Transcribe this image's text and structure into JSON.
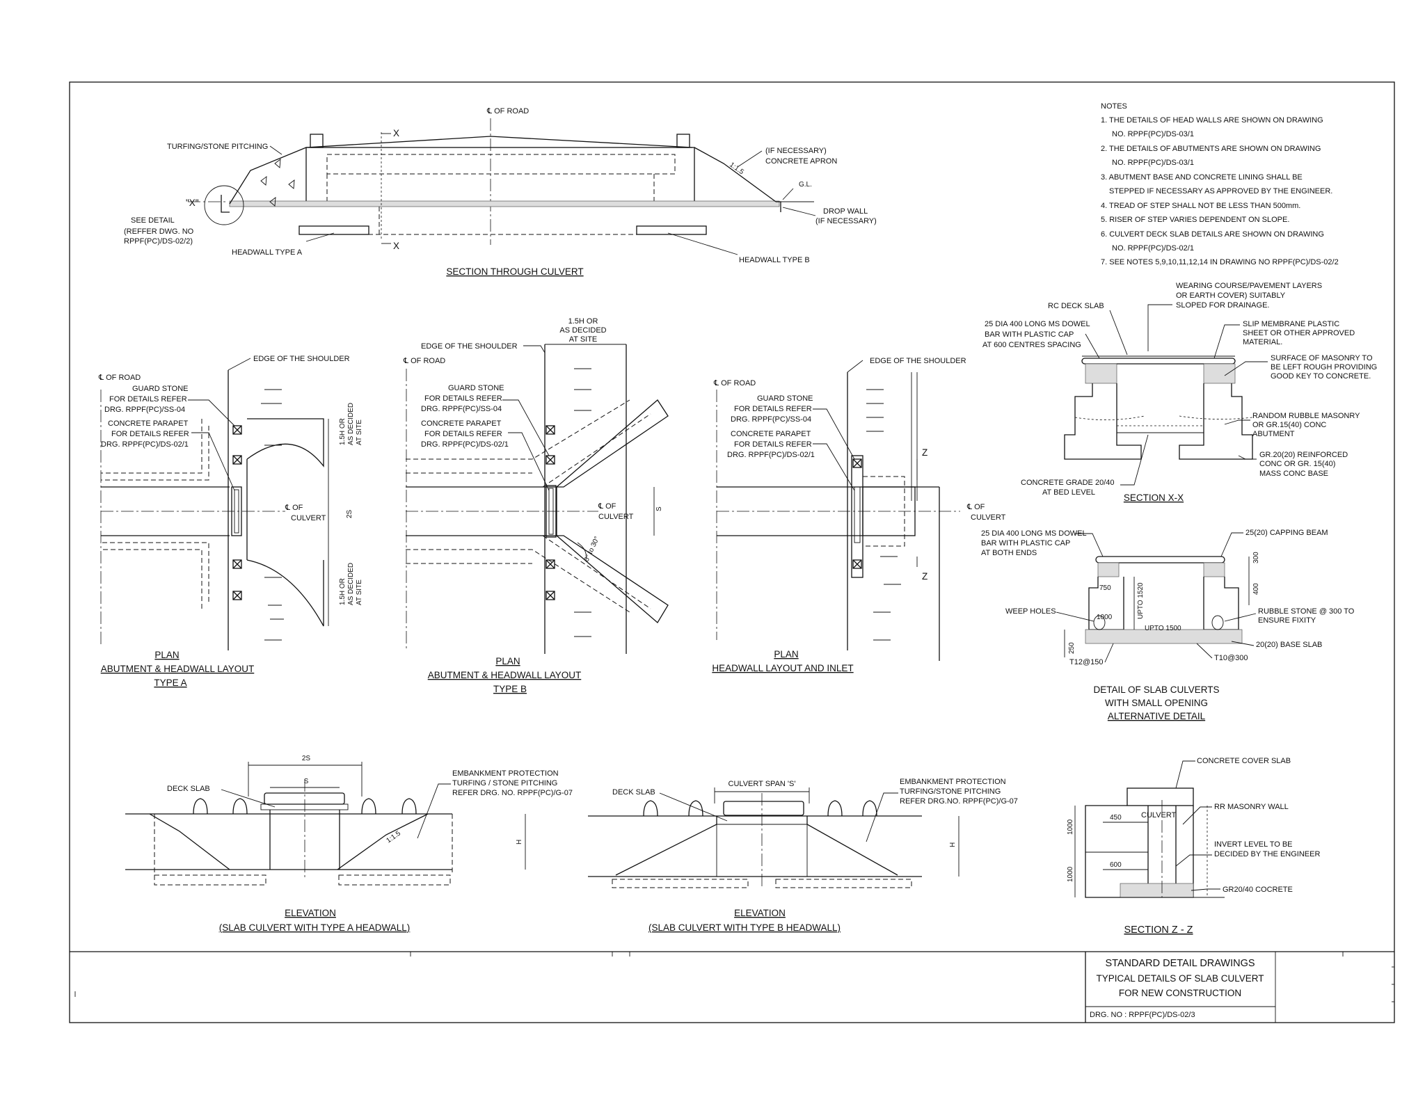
{
  "notes": {
    "heading": "NOTES",
    "lines": [
      "1. THE DETAILS OF  HEAD WALLS  ARE SHOWN ON DRAWING",
      "NO. RPPF(PC)/DS-03/1",
      "2. THE DETAILS OF  ABUTMENTS  ARE SHOWN ON DRAWING",
      "NO. RPPF(PC)/DS-03/1",
      "3. ABUTMENT BASE AND  CONCRETE LINING SHALL BE",
      "STEPPED IF NECESSARY   AS  APPROVED BY THE ENGINEER.",
      "4. TREAD OF STEP SHALL NOT BE LESS THAN 500mm.",
      "5. RISER OF STEP VARIES DEPENDENT ON SLOPE.",
      "6. CULVERT  DECK SLAB  DETAILS  ARE  SHOWN ON DRAWING",
      "NO. RPPF(PC)/DS-02/1",
      "7. SEE NOTES 5,9,10,11,12,14 IN DRAWING NO  RPPF(PC)/DS-02/2"
    ]
  },
  "section_culvert": {
    "title": "SECTION THROUGH CULVERT",
    "cl_road": "℄ OF ROAD",
    "turfing": "TURFING/STONE PITCHING",
    "see_detail": "SEE DETAIL",
    "detail_x": "\"X\"",
    "refer1": "(REFFER DWG. NO",
    "refer2": "RPPF(PC)/DS-02/2)",
    "headwall_a": "HEADWALL TYPE A",
    "headwall_b": "HEADWALL TYPE B",
    "if_necessary": "(IF NECESSARY)",
    "apron": "CONCRETE APRON",
    "gl": "G.L.",
    "drop_wall": "DROP WALL",
    "drop_if": "(IF NECESSARY)",
    "slope": "1:1.5",
    "x_mark": "X"
  },
  "plan_a": {
    "cl_road": "℄ OF ROAD",
    "edge": "EDGE OF THE SHOULDER",
    "guard1": "GUARD STONE",
    "guard2": "FOR DETAILS REFER",
    "guard3": "DRG. RPPF(PC)/SS-04",
    "par1": "CONCRETE PARAPET",
    "par2": "FOR DETAILS REFER",
    "par3": "DRG. RPPF(PC)/DS-02/1",
    "cl_culvert1": "℄ OF",
    "cl_culvert2": "CULVERT",
    "dim_top1": "1.5H OR",
    "dim_top2": "AS DECIDED",
    "dim_top3": "AT SITE",
    "dim_mid": "2S",
    "dim_bot1": "1.5H OR",
    "dim_bot2": "AS DECIDED",
    "dim_bot3": "AT SITE",
    "title1": "PLAN",
    "title2": "ABUTMENT & HEADWALL LAYOUT",
    "title3": "TYPE A"
  },
  "plan_b": {
    "cl_road": "℄ OF ROAD",
    "edge": "EDGE OF THE SHOULDER",
    "dim1": "1.5H OR",
    "dim2": "AS DECIDED",
    "dim3": "AT SITE",
    "guard1": "GUARD STONE",
    "guard2": "FOR DETAILS REFER",
    "guard3": "DRG. RPPF(PC)/SS-04",
    "par1": "CONCRETE PARAPET",
    "par2": "FOR DETAILS REFER",
    "par3": "DRG. RPPF(PC)/DS-02/1",
    "cl_culvert1": "℄ OF",
    "cl_culvert2": "CULVERT",
    "dim_s": "S",
    "angle": "0° to 30°",
    "title1": "PLAN",
    "title2": "ABUTMENT & HEADWALL LAYOUT",
    "title3": "TYPE B"
  },
  "plan_c": {
    "cl_road": "℄ OF ROAD",
    "edge": "EDGE OF THE SHOULDER",
    "guard1": "GUARD STONE",
    "guard2": "FOR DETAILS REFER",
    "guard3": "DRG. RPPF(PC)/SS-04",
    "par1": "CONCRETE PARAPET",
    "par2": "FOR DETAILS REFER",
    "par3": "DRG. RPPF(PC)/DS-02/1",
    "cl_culvert1": "℄ OF",
    "cl_culvert2": "CULVERT",
    "z_mark": "Z",
    "title1": "PLAN",
    "title2": "HEADWALL LAYOUT AND INLET"
  },
  "section_xx": {
    "wearing1": "WEARING COURSE/PAVEMENT LAYERS",
    "wearing2": "OR EARTH COVER) SUITABLY",
    "wearing3": "SLOPED FOR DRAINAGE.",
    "rc_deck": "RC DECK SLAB",
    "dowel1": "25 DIA 400 LONG MS DOWEL",
    "dowel2": "BAR WITH PLASTIC CAP",
    "dowel3": "AT 600 CENTRES SPACING",
    "slip1": "SLIP MEMBRANE PLASTIC",
    "slip2": "SHEET OR OTHER APPROVED",
    "slip3": "MATERIAL.",
    "surf1": "SURFACE OF MASONRY TO",
    "surf2": "BE LEFT ROUGH PROVIDING",
    "surf3": "GOOD KEY TO CONCRETE.",
    "rubble1": "RANDOM RUBBLE MASONRY",
    "rubble2": "OR GR.15(40) CONC",
    "rubble3": "ABUTMENT",
    "gr1": "GR.20(20) REINFORCED",
    "gr2": "CONC OR GR. 15(40)",
    "gr3": "MASS CONC BASE",
    "bed1": "CONCRETE GRADE 20/40",
    "bed2": "AT BED LEVEL",
    "title": "SECTION X-X"
  },
  "small_opening": {
    "dowel1": "25 DIA 400 LONG MS DOWEL",
    "dowel2": "BAR WITH PLASTIC CAP",
    "dowel3": "AT BOTH ENDS",
    "capping": "25(20) CAPPING BEAM",
    "dim_300": "300",
    "dim_400": "400",
    "dim_750": "750",
    "dim_1520": "UPTO 1520",
    "dim_1000": "1000",
    "dim_1500": "UPTO 1500",
    "dim_250": "250",
    "weep": "WEEP HOLES",
    "rubble1": "RUBBLE STONE @ 300 TO",
    "rubble2": "ENSURE FIXITY",
    "base": "20(20) BASE SLAB",
    "t12": "T12@150",
    "t10": "T10@300",
    "title1": "DETAIL OF SLAB CULVERTS",
    "title2": "WITH SMALL OPENING",
    "title3": "ALTERNATIVE DETAIL"
  },
  "elev_a": {
    "dim_2s": "2S",
    "dim_s": "S",
    "deck": "DECK SLAB",
    "emb1": "EMBANKMENT PROTECTION",
    "emb2": "TURFING / STONE PITCHING",
    "emb3": "REFER DRG. NO.  RPPF(PC)/G-07",
    "slope": "1:1.5",
    "h": "H",
    "title1": "ELEVATION",
    "title2": "(SLAB CULVERT WITH TYPE A HEADWALL)"
  },
  "elev_b": {
    "span": "CULVERT SPAN 'S'",
    "deck": "DECK SLAB",
    "emb1": "EMBANKMENT PROTECTION",
    "emb2": "TURFING/STONE PITCHING",
    "emb3": "REFER DRG.NO.  RPPF(PC)/G-07",
    "h": "H",
    "title1": "ELEVATION",
    "title2": "(SLAB CULVERT WITH TYPE B HEADWALL)"
  },
  "section_zz": {
    "cover": "CONCRETE COVER SLAB",
    "rr": "RR MASONRY WALL",
    "culvert": "CULVERT",
    "invert1": "INVERT LEVEL TO BE",
    "invert2": "DECIDED BY THE ENGINEER",
    "gr": "GR20/40 COCRETE",
    "dim_450": "450",
    "dim_600": "600",
    "dim_1000a": "1000",
    "dim_1000b": "1000",
    "title": "SECTION Z - Z"
  },
  "title_block": {
    "line1": "STANDARD DETAIL DRAWINGS",
    "line2": "TYPICAL DETAILS OF SLAB CULVERT",
    "line3": "FOR NEW CONSTRUCTION",
    "drg_no": "DRG. NO :  RPPF(PC)/DS-02/3"
  }
}
